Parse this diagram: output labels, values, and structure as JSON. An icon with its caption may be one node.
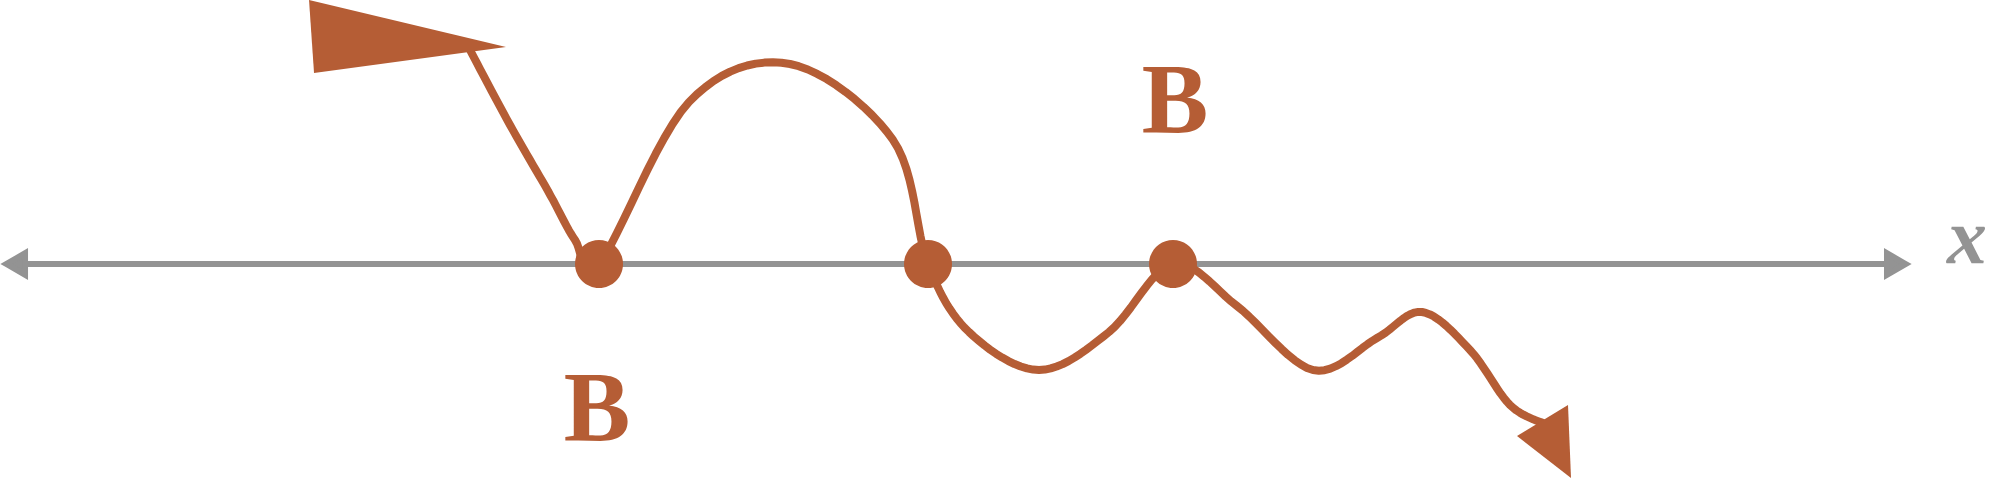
{
  "diagram": {
    "labels": [
      "B",
      "x",
      "B"
    ]
  }
}
